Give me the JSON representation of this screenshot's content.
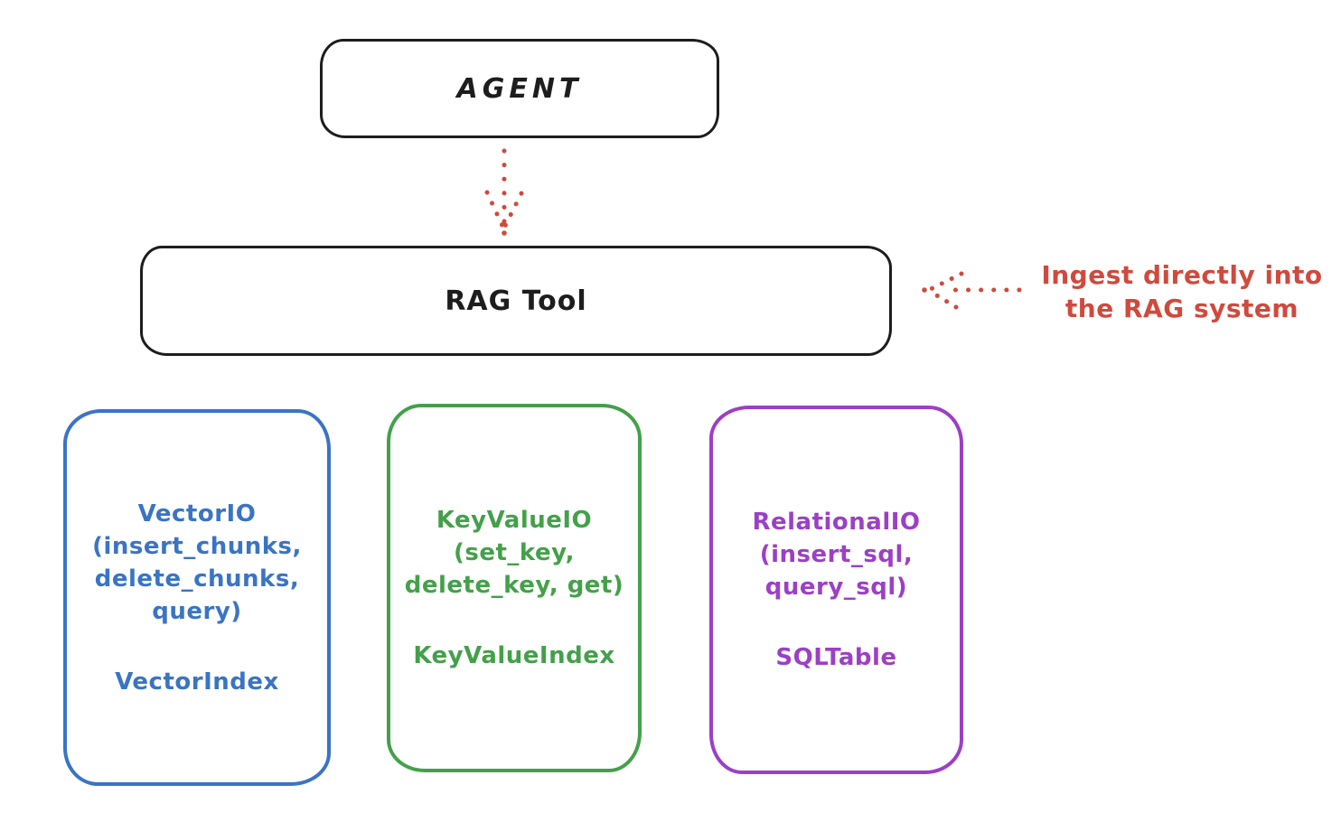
{
  "diagram": {
    "agent": {
      "label": "AGENT"
    },
    "rag_tool": {
      "label": "RAG Tool"
    },
    "annotation": {
      "line1": "Ingest directly into",
      "line2": "the RAG system"
    },
    "arrows": {
      "agent_to_rag": {
        "direction": "down",
        "style": "dotted"
      },
      "annotation_to_rag": {
        "direction": "left",
        "style": "dotted"
      }
    },
    "backends": [
      {
        "id": "vector-io",
        "color": "#3a74c4",
        "title_lines": [
          "VectorIO",
          "(insert_chunks,",
          "delete_chunks,",
          "query)"
        ],
        "index_label": "VectorIndex"
      },
      {
        "id": "keyvalue-io",
        "color": "#44a04a",
        "title_lines": [
          "KeyValueIO",
          "(set_key,",
          "delete_key, get)"
        ],
        "index_label": "KeyValueIndex"
      },
      {
        "id": "relational-io",
        "color": "#9c3fc6",
        "title_lines": [
          "RelationalIO",
          "(insert_sql,",
          "query_sql)"
        ],
        "index_label": "SQLTable"
      }
    ],
    "colors": {
      "ink": "#1d1d1d",
      "red": "#cf4a3d",
      "blue": "#3a74c4",
      "green": "#44a04a",
      "purple": "#9c3fc6",
      "background": "#ffffff"
    }
  }
}
